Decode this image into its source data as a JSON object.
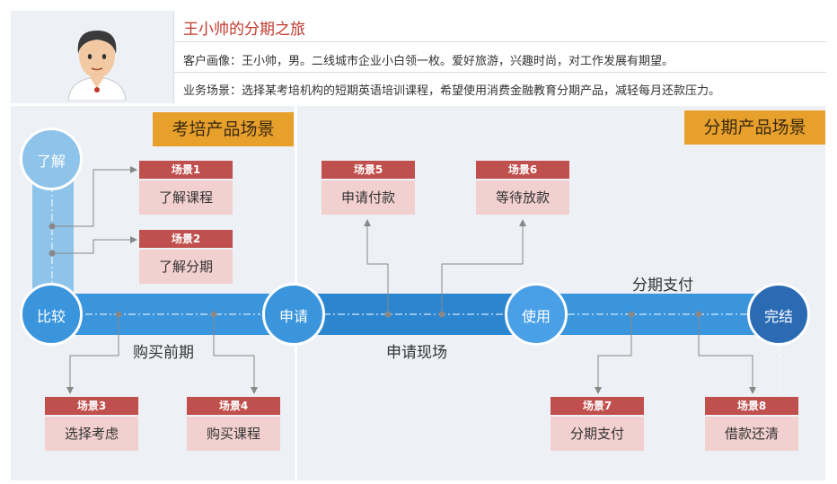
{
  "header": {
    "title": "王小帅的分期之旅",
    "customer_profile": "客户画像：王小帅，男。二线城市企业小白领一枚。爱好旅游，兴趣时尚，对工作发展有期望。",
    "business_scene": "业务场景：选择某考培机构的短期英语培训课程，希望使用消费金融教育分期产品，减轻每月还款压力。"
  },
  "sections": {
    "left_tag": "考培产品场景",
    "right_tag": "分期产品场景"
  },
  "nodes": {
    "understand": "了解",
    "compare": "比较",
    "apply": "申请",
    "use": "使用",
    "finish": "完结"
  },
  "stage_labels": {
    "pre_purchase": "购买前期",
    "apply_site": "申请现场",
    "installment_pay": "分期支付"
  },
  "scenes": [
    {
      "id": "场景1",
      "name": "了解课程"
    },
    {
      "id": "场景2",
      "name": "了解分期"
    },
    {
      "id": "场景3",
      "name": "选择考虑"
    },
    {
      "id": "场景4",
      "name": "购买课程"
    },
    {
      "id": "场景5",
      "name": "申请付款"
    },
    {
      "id": "场景6",
      "name": "等待放款"
    },
    {
      "id": "场景7",
      "name": "分期支付"
    },
    {
      "id": "场景8",
      "name": "借款还清"
    }
  ],
  "colors": {
    "title_red": "#c0392b",
    "scene_header": "#c0504d",
    "scene_body": "#f2d0cf",
    "section_tag": "#e8a02c",
    "band_light": "#8ec3ea",
    "band_main": "#3a95dc",
    "node_dark": "#2a6bb3"
  }
}
